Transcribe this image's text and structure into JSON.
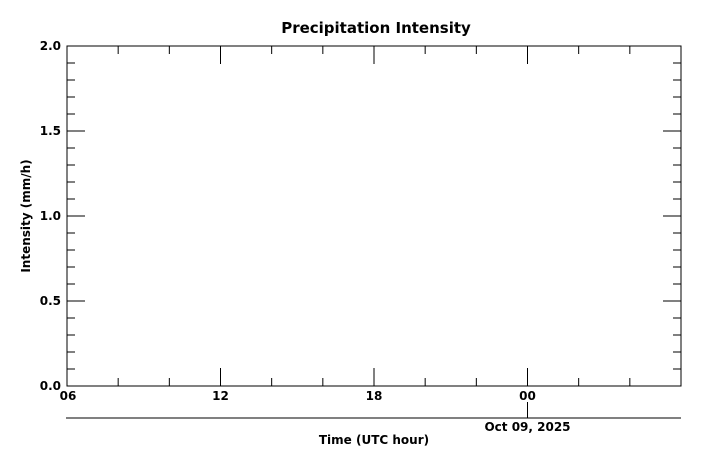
{
  "chart_data": {
    "type": "line",
    "title": "Precipitation Intensity",
    "xlabel": "Time (UTC hour)",
    "ylabel": "Intensity (mm/h)",
    "xlim_hours": [
      0,
      24
    ],
    "ylim": [
      0,
      2.0
    ],
    "x_ticks": [
      {
        "hours": 0,
        "label": "06"
      },
      {
        "hours": 6,
        "label": "12"
      },
      {
        "hours": 12,
        "label": "18"
      },
      {
        "hours": 18,
        "label": "00"
      }
    ],
    "x_minor_step_hours": 2,
    "y_ticks": [
      {
        "value": 0.0,
        "label": "0.0"
      },
      {
        "value": 0.5,
        "label": "0.5"
      },
      {
        "value": 1.0,
        "label": "1.0"
      },
      {
        "value": 1.5,
        "label": "1.5"
      },
      {
        "value": 2.0,
        "label": "2.0"
      }
    ],
    "y_minor_step": 0.1,
    "date_marker": {
      "hours": 18,
      "label": "Oct 09, 2025"
    },
    "series": [
      {
        "name": "Intensity",
        "values": []
      }
    ],
    "grid": false,
    "line_color": "#000000"
  }
}
